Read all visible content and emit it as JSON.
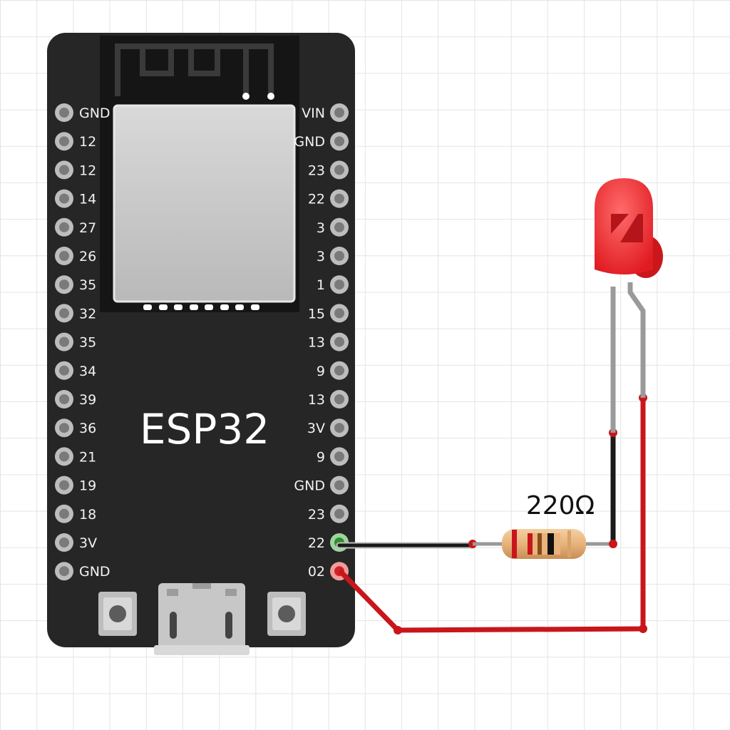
{
  "board": {
    "title": "ESP32",
    "left_pins": [
      "GND",
      "12",
      "12",
      "14",
      "27",
      "26",
      "35",
      "32",
      "35",
      "34",
      "39",
      "36",
      "21",
      "19",
      "18",
      "3V",
      "GND"
    ],
    "right_pins": [
      "VIN",
      "GND",
      "23",
      "22",
      "3",
      "3",
      "1",
      "15",
      "13",
      "9",
      "13",
      "3V",
      "9",
      "GND",
      "23",
      "22",
      "02"
    ]
  },
  "resistor": {
    "label": "220Ω"
  },
  "colors": {
    "board": "#262626",
    "module": "#c9c9c9",
    "wire_black": "#1a1a1a",
    "wire_red": "#c8161b",
    "led": "#e8252a",
    "lead": "#9a9a9a",
    "pin_ring": "#bdbdbd"
  }
}
